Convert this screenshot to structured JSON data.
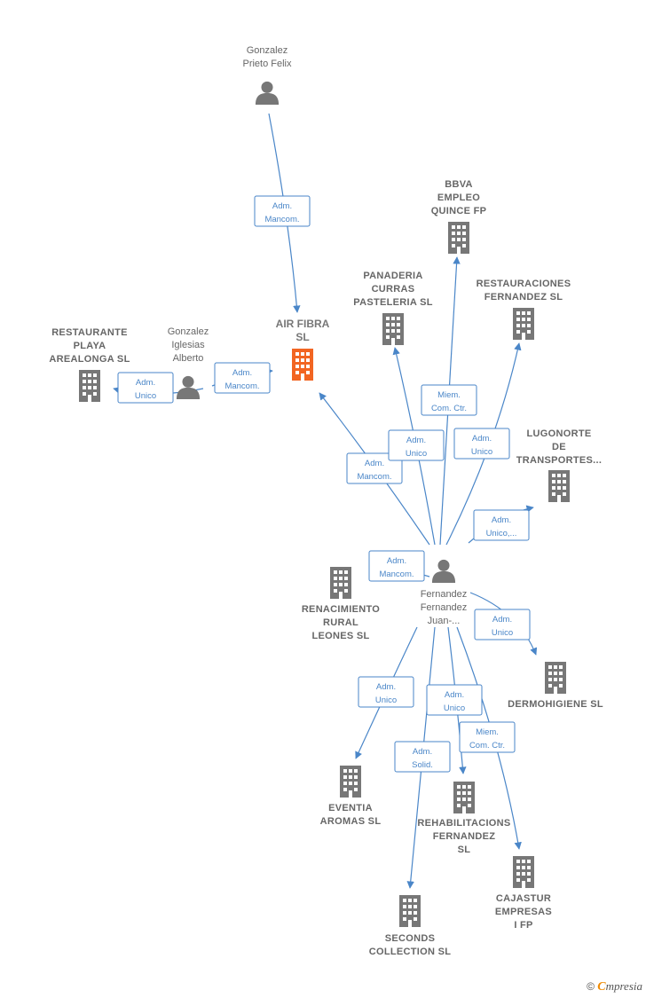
{
  "colors": {
    "edge": "#4a86c8",
    "building": "#777777",
    "focus_building": "#f26522",
    "person": "#777777",
    "text": "#666666",
    "brand_accent": "#f08a00"
  },
  "nodes": [
    {
      "id": "gonzalez_prieto",
      "kind": "person",
      "icon": "person-icon",
      "lines": [
        "Gonzalez",
        "Prieto Felix"
      ]
    },
    {
      "id": "air_fibra",
      "kind": "focus",
      "icon": "building-icon",
      "lines": [
        "AIR FIBRA",
        "SL"
      ]
    },
    {
      "id": "bbva",
      "kind": "company",
      "icon": "building-icon",
      "lines": [
        "BBVA",
        "EMPLEO",
        "QUINCE FP"
      ]
    },
    {
      "id": "panaderia",
      "kind": "company",
      "icon": "building-icon",
      "lines": [
        "PANADERIA",
        "CURRAS",
        "PASTELERIA SL"
      ]
    },
    {
      "id": "restauraciones",
      "kind": "company",
      "icon": "building-icon",
      "lines": [
        "RESTAURACIONES",
        "FERNANDEZ SL"
      ]
    },
    {
      "id": "restaurante",
      "kind": "company",
      "icon": "building-icon",
      "lines": [
        "RESTAURANTE",
        "PLAYA",
        "AREALONGA SL"
      ]
    },
    {
      "id": "gonzalez_iglesias",
      "kind": "person",
      "icon": "person-icon",
      "lines": [
        "Gonzalez",
        "Iglesias",
        "Alberto"
      ]
    },
    {
      "id": "lugonorte",
      "kind": "company",
      "icon": "building-icon",
      "lines": [
        "LUGONORTE",
        "DE",
        "TRANSPORTES..."
      ]
    },
    {
      "id": "fernandez",
      "kind": "person",
      "icon": "person-icon",
      "lines": [
        "Fernandez",
        "Fernandez",
        "Juan-..."
      ]
    },
    {
      "id": "renacimiento",
      "kind": "company",
      "icon": "building-icon",
      "lines": [
        "RENACIMIENTO",
        "RURAL",
        "LEONES  SL"
      ]
    },
    {
      "id": "dermohigiene",
      "kind": "company",
      "icon": "building-icon",
      "lines": [
        "DERMOHIGIENE SL"
      ]
    },
    {
      "id": "eventia",
      "kind": "company",
      "icon": "building-icon",
      "lines": [
        "EVENTIA",
        "AROMAS  SL"
      ]
    },
    {
      "id": "rehabilitacions",
      "kind": "company",
      "icon": "building-icon",
      "lines": [
        "REHABILITACIONS",
        "FERNANDEZ",
        "SL"
      ]
    },
    {
      "id": "cajastur",
      "kind": "company",
      "icon": "building-icon",
      "lines": [
        "CAJASTUR",
        "EMPRESAS",
        "I FP"
      ]
    },
    {
      "id": "seconds",
      "kind": "company",
      "icon": "building-icon",
      "lines": [
        "SECONDS",
        "COLLECTION SL"
      ]
    }
  ],
  "edges": [
    {
      "id": "e_prieto_air",
      "lines": [
        "Adm.",
        "Mancom."
      ]
    },
    {
      "id": "e_iglesias_restaurante",
      "lines": [
        "Adm.",
        "Unico"
      ]
    },
    {
      "id": "e_iglesias_air",
      "lines": [
        "Adm.",
        "Mancom."
      ]
    },
    {
      "id": "e_fer_air",
      "lines": [
        "Adm.",
        "Mancom."
      ]
    },
    {
      "id": "e_fer_panaderia",
      "lines": [
        "Adm.",
        "Unico"
      ]
    },
    {
      "id": "e_fer_bbva",
      "lines": [
        "Miem.",
        "Com. Ctr."
      ]
    },
    {
      "id": "e_fer_restauraciones",
      "lines": [
        "Adm.",
        "Unico"
      ]
    },
    {
      "id": "e_fer_lugonorte",
      "lines": [
        "Adm.",
        "Unico,..."
      ]
    },
    {
      "id": "e_fer_renacimiento",
      "lines": [
        "Adm.",
        "Mancom."
      ]
    },
    {
      "id": "e_fer_dermohigiene",
      "lines": [
        "Adm.",
        "Unico"
      ]
    },
    {
      "id": "e_fer_eventia",
      "lines": [
        "Adm.",
        "Unico"
      ]
    },
    {
      "id": "e_fer_rehabilitacions",
      "lines": [
        "Adm.",
        "Unico"
      ]
    },
    {
      "id": "e_fer_cajastur",
      "lines": [
        "Miem.",
        "Com. Ctr."
      ]
    },
    {
      "id": "e_fer_seconds",
      "lines": [
        "Adm.",
        "Solid."
      ]
    }
  ],
  "footer": {
    "copyright": "©",
    "brand_initial": "C",
    "brand_rest": "mpresia"
  }
}
